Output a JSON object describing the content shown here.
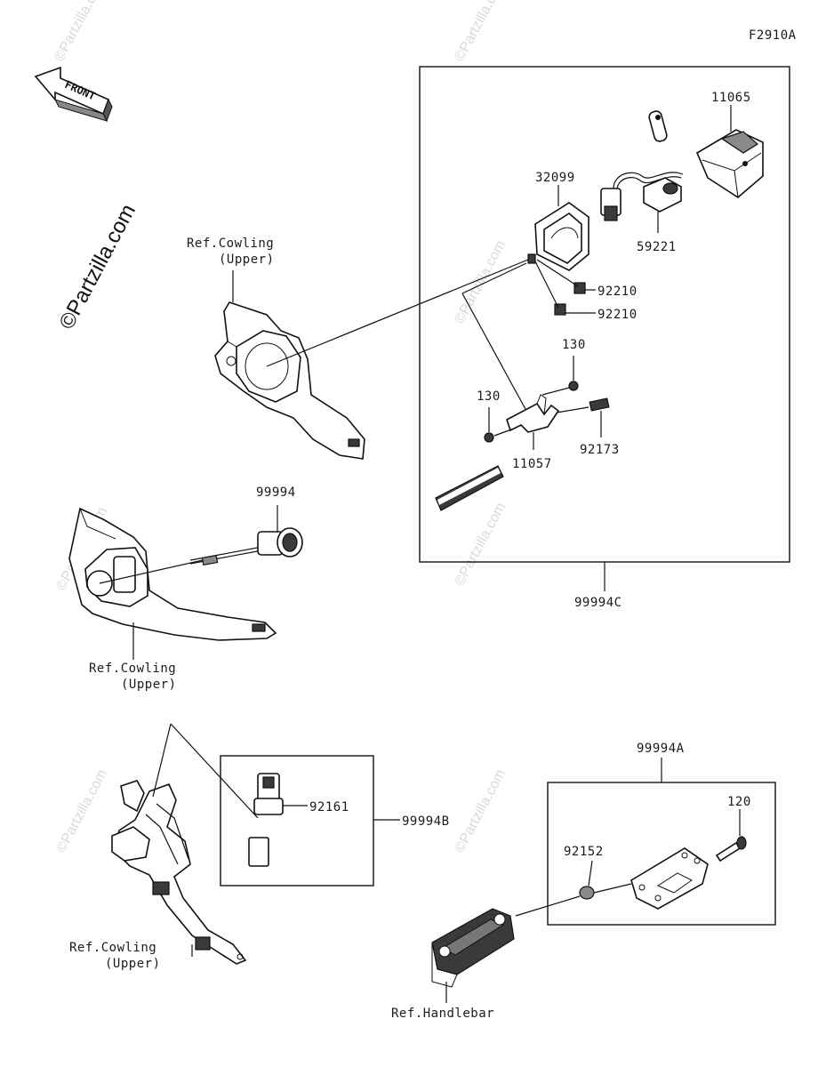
{
  "figure_code": "F2910A",
  "front_label": "FRONT",
  "watermark_main": "©Partzilla.com",
  "watermark_small": "©Partzilla.com",
  "parts": {
    "p11065": "11065",
    "p32099": "32099",
    "p59221": "59221",
    "p92210a": "92210",
    "p92210b": "92210",
    "p130a": "130",
    "p130b": "130",
    "p11057": "11057",
    "p92173": "92173",
    "p99994C": "99994C",
    "p99994": "99994",
    "p92161": "92161",
    "p99994B": "99994B",
    "p99994A": "99994A",
    "p120": "120",
    "p92152": "92152"
  },
  "refs": {
    "cowling_upper_1_line1": "Ref.Cowling",
    "cowling_upper_1_line2": "(Upper)",
    "cowling_upper_2_line1": "Ref.Cowling",
    "cowling_upper_2_line2": "(Upper)",
    "cowling_upper_3_line1": "Ref.Cowling",
    "cowling_upper_3_line2": "(Upper)",
    "handlebar": "Ref.Handlebar"
  }
}
